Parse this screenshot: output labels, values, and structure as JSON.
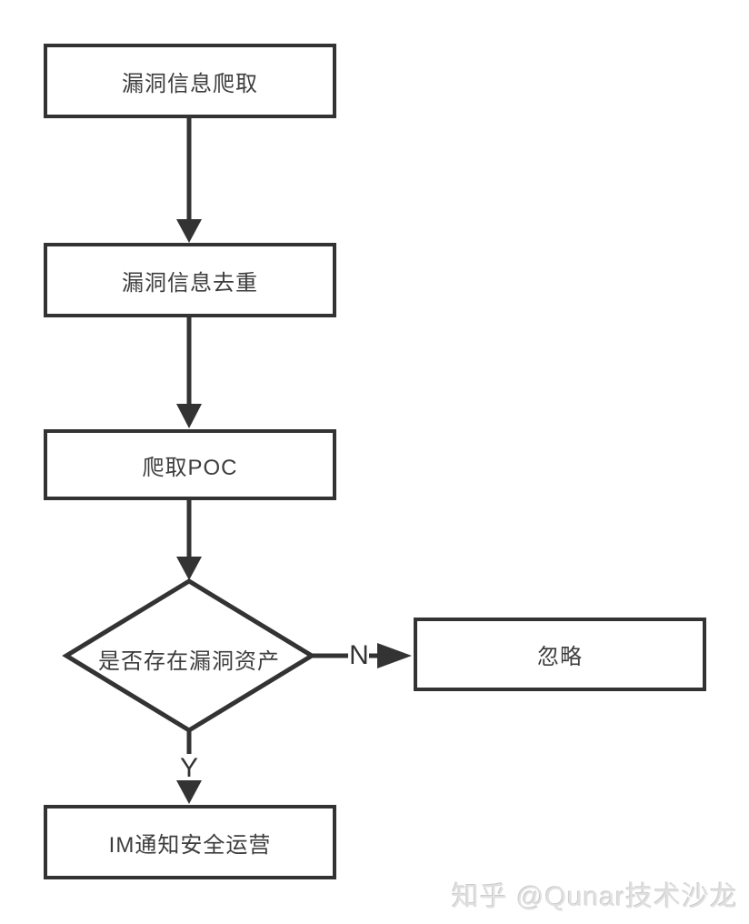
{
  "flowchart": {
    "nodes": [
      {
        "id": "crawl-vuln-info",
        "type": "process",
        "label": "漏洞信息爬取"
      },
      {
        "id": "dedup-vuln-info",
        "type": "process",
        "label": "漏洞信息去重"
      },
      {
        "id": "crawl-poc",
        "type": "process",
        "label": "爬取POC"
      },
      {
        "id": "check-vuln-asset",
        "type": "decision",
        "label": "是否存在漏洞资产"
      },
      {
        "id": "ignore",
        "type": "process",
        "label": "忽略"
      },
      {
        "id": "im-notify-secops",
        "type": "process",
        "label": "IM通知安全运营"
      }
    ],
    "edge_labels": {
      "no": "N",
      "yes": "Y"
    },
    "colors": {
      "stroke": "#333333",
      "node_fill": "#ffffff",
      "text": "#3d3d3d",
      "background": "#ffffff"
    }
  },
  "watermark": {
    "text": "知乎 @Qunar技术沙龙",
    "color": "#e0e0e0"
  }
}
